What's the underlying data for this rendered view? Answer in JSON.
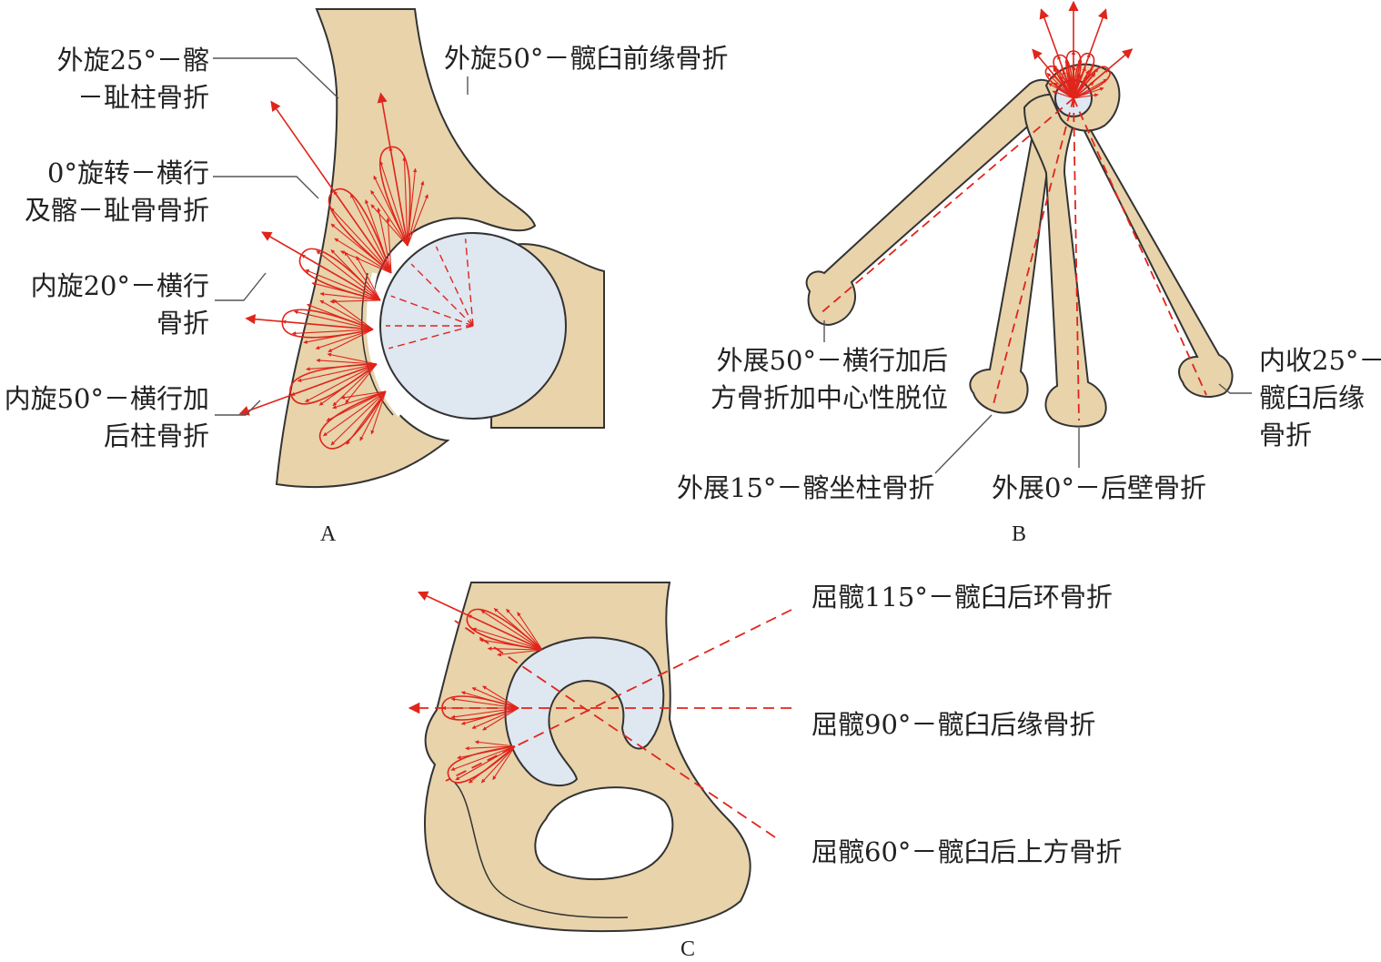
{
  "colors": {
    "bone": "#e8d3ab",
    "bone_outline": "#333333",
    "cartilage": "#dfe7f1",
    "arrow_red": "#e0251b",
    "leader": "#555555"
  },
  "panels": {
    "a": {
      "letter": "A",
      "labels": [
        [
          "外旋25°－髂",
          "－耻柱骨折"
        ],
        [
          "外旋50°－髋臼前缘骨折"
        ],
        [
          "0°旋转－横行",
          "及髂－耻骨骨折"
        ],
        [
          "内旋20°－横行",
          "骨折"
        ],
        [
          "内旋50°－横行加",
          "后柱骨折"
        ]
      ]
    },
    "b": {
      "letter": "B",
      "labels": [
        [
          "外展50°－横行加后",
          "方骨折加中心性脱位"
        ],
        [
          "内收25°－",
          "髋臼后缘",
          "骨折"
        ],
        [
          "外展15°－髂坐柱骨折"
        ],
        [
          "外展0°－后壁骨折"
        ]
      ]
    },
    "c": {
      "letter": "C",
      "labels": [
        [
          "屈髋115°－髋臼后环骨折"
        ],
        [
          "屈髋90°－髋臼后缘骨折"
        ],
        [
          "屈髋60°－髋臼后上方骨折"
        ]
      ]
    }
  }
}
